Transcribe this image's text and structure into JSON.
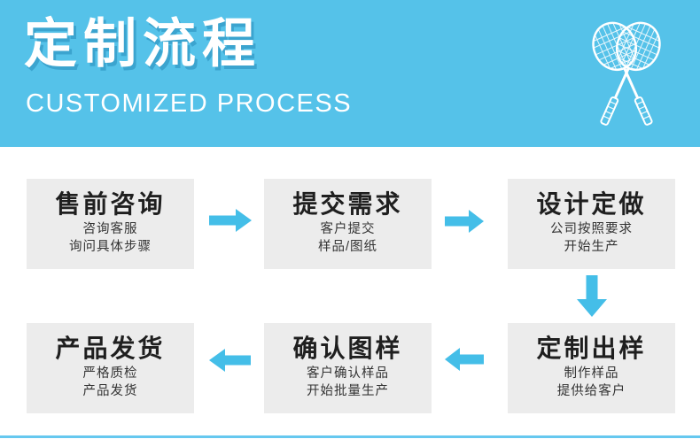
{
  "header": {
    "title": "定制流程",
    "subtitle": "CUSTOMIZED PROCESS"
  },
  "icons": {
    "rackets": "badminton-rackets-icon"
  },
  "colors": {
    "header_bg": "#55C2E9",
    "arrow": "#44BEE8",
    "box_bg": "#ECECEC",
    "title_text": "#1f1f1f",
    "bottom_line": "#66C8EF"
  },
  "steps": [
    {
      "title": "售前咨询",
      "line1": "咨询客服",
      "line2": "询问具体步骤"
    },
    {
      "title": "提交需求",
      "line1": "客户提交",
      "line2": "样品/图纸"
    },
    {
      "title": "设计定做",
      "line1": "公司按照要求",
      "line2": "开始生产"
    },
    {
      "title": "定制出样",
      "line1": "制作样品",
      "line2": "提供给客户"
    },
    {
      "title": "确认图样",
      "line1": "客户确认样品",
      "line2": "开始批量生产"
    },
    {
      "title": "产品发货",
      "line1": "严格质检",
      "line2": "产品发货"
    }
  ],
  "arrows": [
    {
      "direction": "right"
    },
    {
      "direction": "right"
    },
    {
      "direction": "down"
    },
    {
      "direction": "left"
    },
    {
      "direction": "left"
    }
  ]
}
